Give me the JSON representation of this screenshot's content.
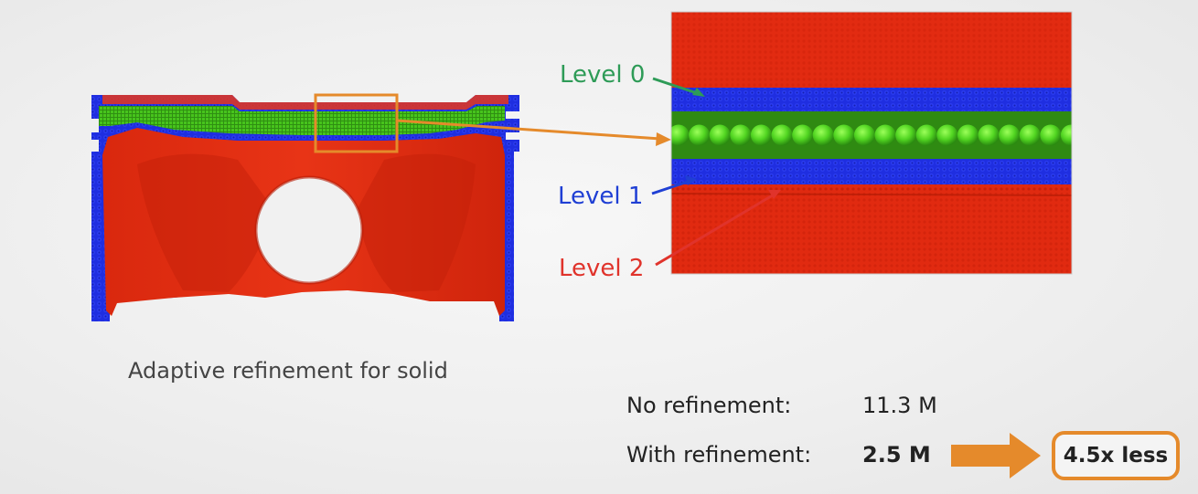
{
  "caption": "Adaptive refinement for solid",
  "levels": [
    {
      "label": "Level 0",
      "color": "#2e9b57"
    },
    {
      "label": "Level 1",
      "color": "#1f3fd4"
    },
    {
      "label": "Level 2",
      "color": "#e0332b"
    }
  ],
  "stats": {
    "no_refinement_label": "No refinement:",
    "no_refinement_value": "11.3 M",
    "with_refinement_label": "With refinement:",
    "with_refinement_value": "2.5 M"
  },
  "result": "4.5x less",
  "colors": {
    "solid_red": "#e32b12",
    "mesh_blue": "#1f2ee0",
    "mesh_green": "#4fd622",
    "accent_orange": "#e58a2b"
  }
}
